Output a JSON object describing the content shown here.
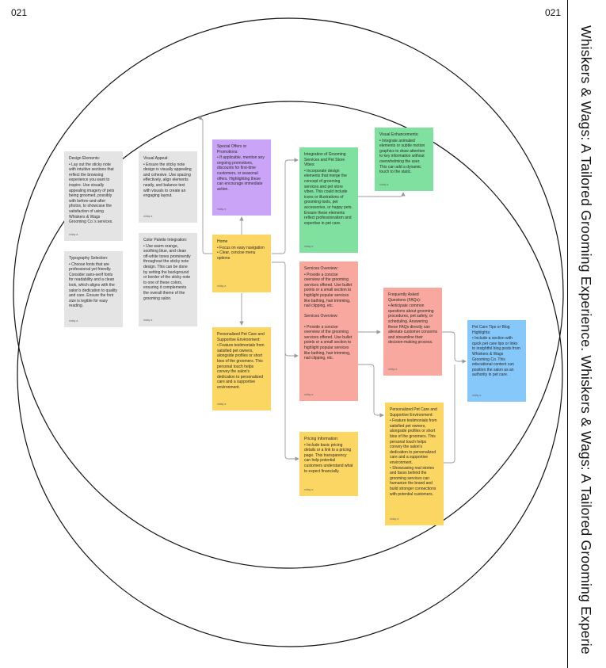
{
  "page": {
    "number_left": "021",
    "number_right": "021",
    "side_title": "Whiskers & Wags: A Tailored Grooming Experience. Whiskers & Wags: A Tailored Grooming Experie"
  },
  "notes": {
    "design_elements": {
      "title": "Design Elements:",
      "body": "• Lay out the sticky note with intuitive sections that reflect the browsing experience you want to inspire. Use visually appealing imagery of pets being groomed, possibly with before-and-after photos, to showcase the satisfaction of using Whiskers & Wags Grooming Co.'s services.",
      "author": "niday a"
    },
    "typography": {
      "title": "Typography Selection:",
      "body": "• Choose fonts that are professional yet friendly. Consider sans-serif fonts for readability and a clean look, which aligns with the salon's dedication to quality and care. Ensure the font size is legible for easy reading.",
      "author": "niday a"
    },
    "visual_appeal": {
      "title": "Visual Appeal:",
      "body": "• Ensure the sticky note design is visually appealing and cohesive. Use spacing effectively, align elements neatly, and balance text with visuals to create an engaging layout.",
      "author": "niday a"
    },
    "color_palette": {
      "title": "Color Palette Integration:",
      "body": "• Use warm orange, soothing blue, and clean off-white tones prominently throughout the sticky note design. This can be done by setting the background or border of the sticky note to one of these colors, ensuring it complements the overall theme of the grooming salon.",
      "author": "niday a"
    },
    "special_offers": {
      "title": "Special Offers or Promotions:",
      "body": "• If applicable, mention any ongoing promotions, discounts for first-time customers, or seasonal offers. Highlighting these can encourage immediate action.",
      "author": "niday a"
    },
    "home": {
      "title": "Home",
      "body": "• Focus on easy navigation\n• Clear, concise menu options",
      "author": "niday a"
    },
    "personalized_left": {
      "title": "Personalized Pet Care and Supportive Environment:",
      "body": "• Feature testimonials from satisfied pet owners, alongside profiles or short bios of the groomers. This personal touch helps convey the salon's dedication to personalized care and a supportive environment.",
      "author": "niday a"
    },
    "integration": {
      "title": "Integration of Grooming Services and Pet Store Vibes:",
      "body": "• Incorporate design elements that merge the concept of grooming services and pet store vibes. This could include icons or illustrations of grooming tools, pet accessories, or happy pets. Ensure these elements reflect professionalism and expertise in pet care.",
      "author": "niday a"
    },
    "visual_enhancements": {
      "title": "Visual Enhancements:",
      "body": "• Integrate animated elements or subtle motion graphics to draw attention to key information without overwhelming the user. This can add a dynamic touch to the static.",
      "author": "niday a"
    },
    "services_overview": {
      "title": "Services Overview:",
      "body": "• Provide a concise overview of the grooming services offered. Use bullet points or a small section to highlight popular services like bathing, hair trimming, nail clipping, etc.\n\nServices Overview:\n\n• Provide a concise overview of the grooming services offered. Use bullet points or a small section to highlight popular services like bathing, hair trimming, nail clipping, etc.",
      "author": "niday a"
    },
    "pricing": {
      "title": "Pricing Information:",
      "body": "• Include basic pricing details or a link to a pricing page. This transparency can help potential customers understand what to expect financially.",
      "author": "niday a"
    },
    "faqs": {
      "title": "Frequently Asked Questions (FAQs):",
      "body": "• Anticipate common questions about grooming procedures, pet safety, or scheduling. Answering these FAQs directly can alleviate customer concerns and streamline their decision-making process.",
      "author": "niday a"
    },
    "personalized_right": {
      "title": "Personalized Pet Care and Supportive Environment:",
      "body": "• Feature testimonials from satisfied pet owners, alongside profiles or short bios of the groomers. This personal touch helps convey the salon's dedication to personalized care and a supportive environment.\n• Showcasing real stories and faces behind the grooming services can humanize the brand and build stronger connections with potential customers.",
      "author": "niday a"
    },
    "blog": {
      "title": "Pet Care Tips or Blog Highlights:",
      "body": "• Include a section with quick pet care tips or links to insightful blog posts from Whiskers & Wags Grooming Co. This educational content can position the salon as an authority in pet care.",
      "author": "niday a"
    }
  },
  "colors": {
    "gray": "#e4e4e4",
    "purple": "#c9a4f7",
    "yellow": "#fcd663",
    "green": "#7fe0a0",
    "salmon": "#f8a89e",
    "blue": "#86c8fa",
    "connector": "#9a9a9a"
  }
}
